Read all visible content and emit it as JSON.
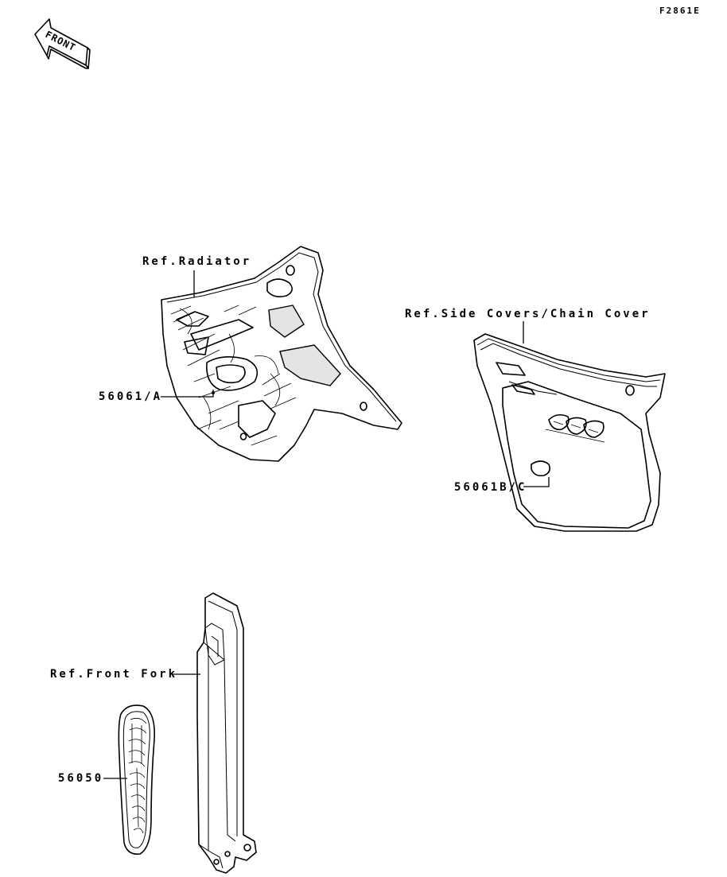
{
  "figure_code": "F2861E",
  "front_indicator": {
    "text": "FRONT"
  },
  "callouts": {
    "radiator_ref": "Ref.Radiator",
    "radiator_decal": "56061/A",
    "side_cover_ref": "Ref.Side Covers/Chain Cover",
    "side_cover_decal": "56061B/C",
    "front_fork_ref": "Ref.Front Fork",
    "fork_decal": "56050"
  }
}
